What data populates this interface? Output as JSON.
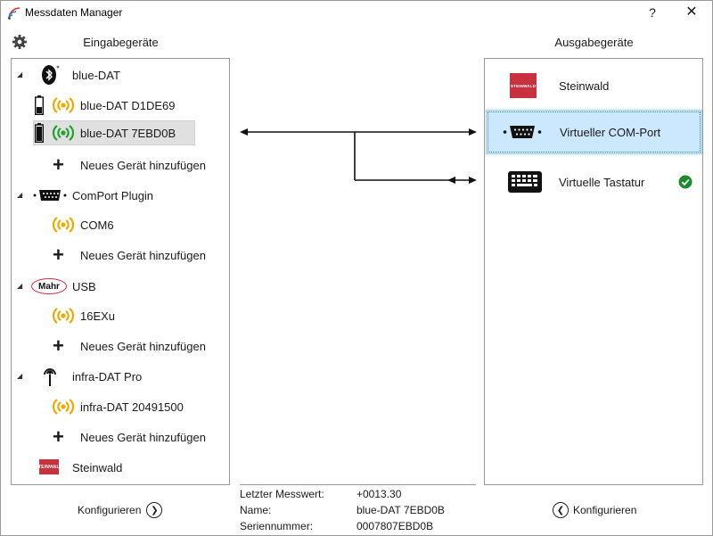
{
  "window": {
    "title": "Messdaten Manager",
    "help_label": "?",
    "close_label": "✕"
  },
  "headers": {
    "input": "Eingabegeräte",
    "output": "Ausgabegeräte"
  },
  "input_tree": {
    "groups": [
      {
        "label": "blue-DAT",
        "icon": "bluetooth-icon",
        "devices": [
          {
            "label": "blue-DAT D1DE69",
            "battery": "low",
            "signal_color": "#f0a800"
          },
          {
            "label": "blue-DAT 7EBD0B",
            "battery": "full",
            "signal_color": "#22a02a",
            "selected": true
          }
        ],
        "add_label": "Neues Gerät hinzufügen"
      },
      {
        "label": "ComPort Plugin",
        "icon": "serial-port-icon",
        "devices": [
          {
            "label": "COM6",
            "signal_color": "#f0a800"
          }
        ],
        "add_label": "Neues Gerät hinzufügen"
      },
      {
        "label": "USB",
        "icon": "mahr-logo-icon",
        "icon_text": "Mahr",
        "devices": [
          {
            "label": "16EXu",
            "signal_color": "#f0a800"
          }
        ],
        "add_label": "Neues Gerät hinzufügen"
      },
      {
        "label": "infra-DAT Pro",
        "icon": "infrared-antenna-icon",
        "devices": [
          {
            "label": "infra-DAT 20491500",
            "signal_color": "#f0a800"
          }
        ],
        "add_label": "Neues Gerät hinzufügen"
      },
      {
        "label": "Steinwald",
        "icon": "steinwald-logo-icon",
        "devices": []
      }
    ]
  },
  "output_list": {
    "items": [
      {
        "label": "Steinwald",
        "icon": "steinwald-logo-icon",
        "selected": false,
        "active": false
      },
      {
        "label": "Virtueller COM-Port",
        "icon": "serial-port-icon",
        "selected": true,
        "active": false
      },
      {
        "label": "Virtuelle Tastatur",
        "icon": "keyboard-icon",
        "selected": false,
        "active": true
      }
    ]
  },
  "info": {
    "last_value_label": "Letzter Messwert:",
    "last_value": "+0013.30",
    "name_label": "Name:",
    "name": "blue-DAT 7EBD0B",
    "serial_label": "Seriennummer:",
    "serial": "0007807EBD0B"
  },
  "buttons": {
    "configure_input": "Konfigurieren",
    "configure_output": "Konfigurieren"
  },
  "colors": {
    "signal_active": "#22a02a",
    "signal_idle": "#f0a800",
    "selection": "#cce8ff",
    "steinwald_red": "#c8323e",
    "check_green": "#1e8a2e"
  }
}
